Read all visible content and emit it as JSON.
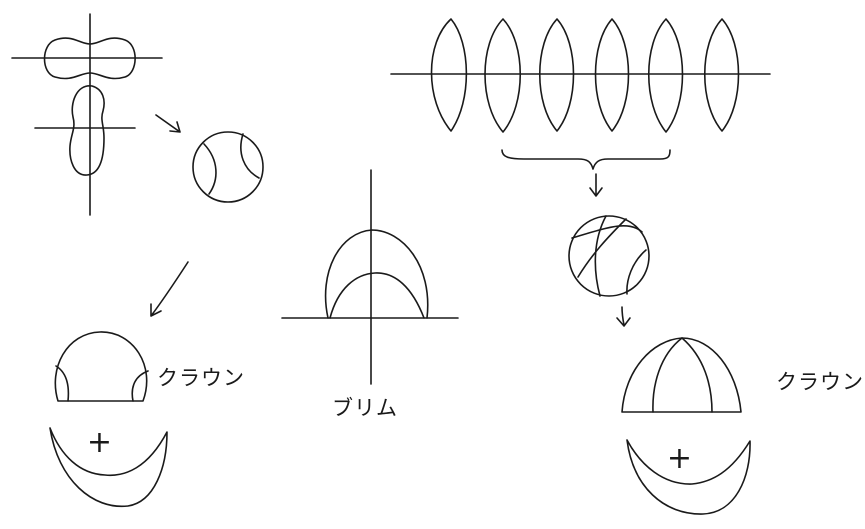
{
  "labels": {
    "crown_left": "クラウン",
    "crown_right": "クラウン",
    "brim": "ブリム",
    "plus_left": "+",
    "plus_right": "+"
  },
  "colors": {
    "ink": "#1a1a1a",
    "background": "#ffffff"
  }
}
